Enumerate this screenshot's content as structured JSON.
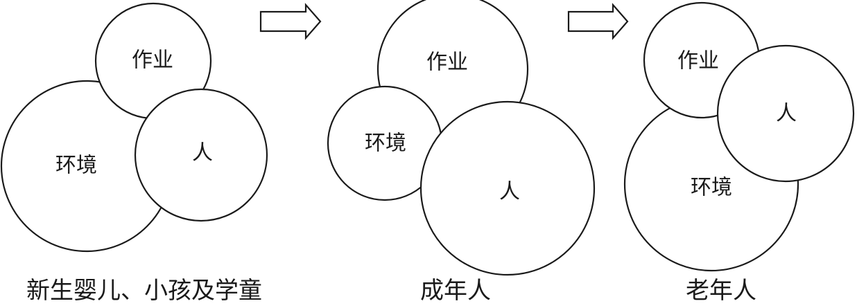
{
  "diagram": {
    "groups": [
      {
        "caption": "新生婴儿、小孩及学童",
        "circles": [
          {
            "key": "environment",
            "label": "环境"
          },
          {
            "key": "occupation",
            "label": "作业"
          },
          {
            "key": "person",
            "label": "人"
          }
        ]
      },
      {
        "caption": "成年人",
        "circles": [
          {
            "key": "occupation",
            "label": "作业"
          },
          {
            "key": "environment",
            "label": "环境"
          },
          {
            "key": "person",
            "label": "人"
          }
        ]
      },
      {
        "caption": "老年人",
        "circles": [
          {
            "key": "environment",
            "label": "环境"
          },
          {
            "key": "occupation",
            "label": "作业"
          },
          {
            "key": "person",
            "label": "人"
          }
        ]
      }
    ],
    "arrow_count": 2
  }
}
